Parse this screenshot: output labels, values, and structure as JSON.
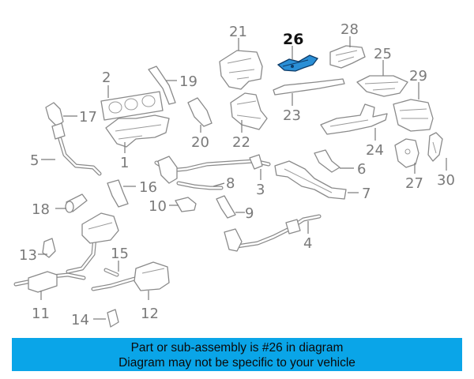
{
  "callouts": {
    "c1": "1",
    "c2": "2",
    "c3": "3",
    "c4": "4",
    "c5": "5",
    "c6": "6",
    "c7": "7",
    "c8": "8",
    "c9": "9",
    "c10": "10",
    "c11": "11",
    "c12": "12",
    "c13": "13",
    "c14": "14",
    "c15": "15",
    "c16": "16",
    "c17": "17",
    "c18": "18",
    "c19": "19",
    "c20": "20",
    "c21": "21",
    "c22": "22",
    "c23": "23",
    "c24": "24",
    "c25": "25",
    "c26": "26",
    "c27": "27",
    "c28": "28",
    "c29": "29",
    "c30": "30"
  },
  "highlighted_part": "26",
  "colors": {
    "highlight": "#2a8fd6",
    "banner": "#0aa5e8",
    "line": "#8a8a8a"
  },
  "banner": {
    "line1": "Part or sub-assembly is #26 in diagram",
    "line2": "Diagram may not be specific to your vehicle"
  }
}
